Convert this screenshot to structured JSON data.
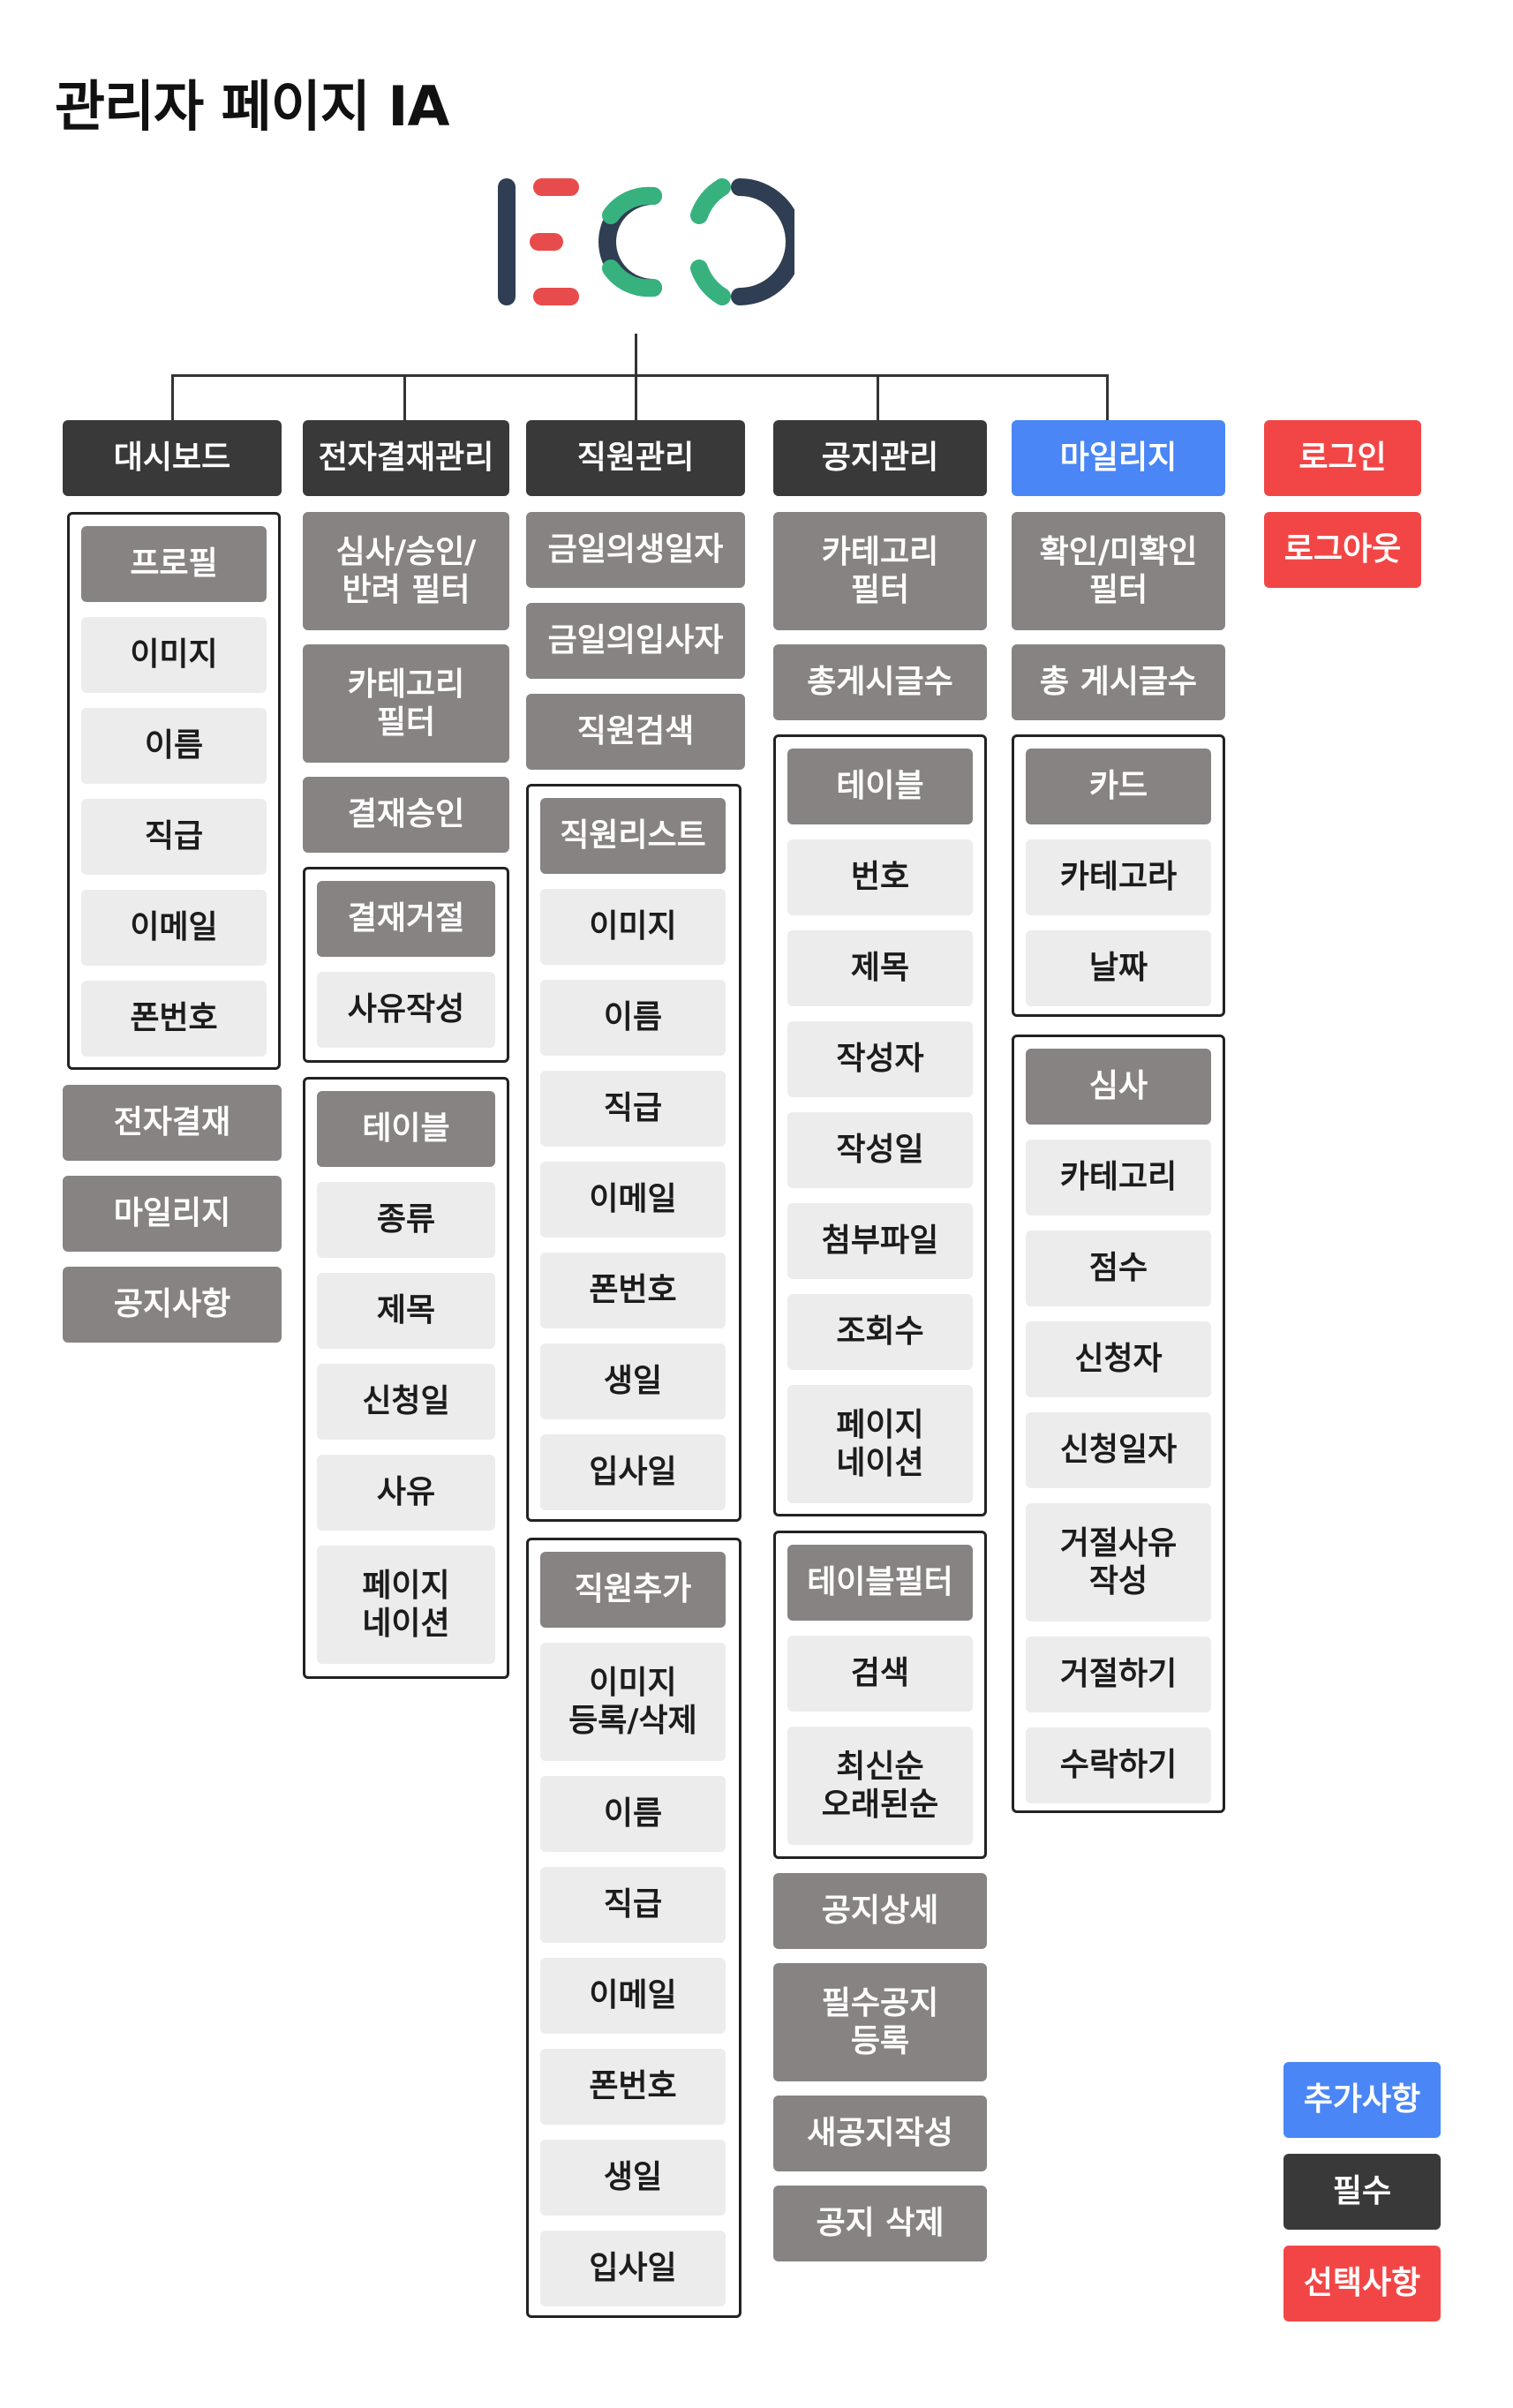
{
  "title": "관리자 페이지 IA",
  "logo": {
    "text": "ECO",
    "icon": "eco-logo",
    "colors": {
      "navy": "#2f3e52",
      "red": "#e84b4b",
      "green": "#37b27e"
    }
  },
  "colors": {
    "header": "#393939",
    "optional_blue": "#4a86f5",
    "selected_red": "#f24646",
    "group": "#878383",
    "item": "#ececec"
  },
  "columns": {
    "dashboard": {
      "header": "대시보드",
      "profile": {
        "title": "프로필",
        "items": [
          "이미지",
          "이름",
          "직급",
          "이메일",
          "폰번호"
        ]
      },
      "extras": [
        "전자결재",
        "마일리지",
        "공지사항"
      ]
    },
    "approval": {
      "header": "전자결재관리",
      "filter1": "심사/승인/\n반려 필터",
      "filter2": "카테고리\n필터",
      "approve": "결재승인",
      "reject": {
        "title": "결재거절",
        "items": [
          "사유작성"
        ]
      },
      "table": {
        "title": "테이블",
        "items": [
          "종류",
          "제목",
          "신청일",
          "사유",
          "페이지\n네이션"
        ]
      }
    },
    "staff": {
      "header": "직원관리",
      "top": [
        "금일의생일자",
        "금일의입사자",
        "직원검색"
      ],
      "list": {
        "title": "직원리스트",
        "items": [
          "이미지",
          "이름",
          "직급",
          "이메일",
          "폰번호",
          "생일",
          "입사일"
        ]
      },
      "add": {
        "title": "직원추가",
        "items": [
          "이미지\n등록/삭제",
          "이름",
          "직급",
          "이메일",
          "폰번호",
          "생일",
          "입사일"
        ]
      }
    },
    "notice": {
      "header": "공지관리",
      "top": [
        "카테고리\n필터",
        "총게시글수"
      ],
      "table": {
        "title": "테이블",
        "items": [
          "번호",
          "제목",
          "작성자",
          "작성일",
          "첨부파일",
          "조회수",
          "페이지\n네이션"
        ]
      },
      "tablefilter": {
        "title": "테이블필터",
        "items": [
          "검색",
          "최신순\n오래된순"
        ]
      },
      "bottom": [
        "공지상세",
        "필수공지\n등록",
        "새공지작성",
        "공지 삭제"
      ]
    },
    "mileage": {
      "header": "마일리지",
      "top": [
        "확인/미확인\n필터",
        "총 게시글수"
      ],
      "card": {
        "title": "카드",
        "items": [
          "카테고라",
          "날짜"
        ]
      },
      "review": {
        "title": "심사",
        "items": [
          "카테고리",
          "점수",
          "신청자",
          "신청일자",
          "거절사유\n작성",
          "거절하기",
          "수락하기"
        ]
      }
    },
    "auth": {
      "login": "로그인",
      "logout": "로그아웃"
    }
  },
  "legend": {
    "optional": "추가사항",
    "required": "필수",
    "selected": "선택사항"
  }
}
